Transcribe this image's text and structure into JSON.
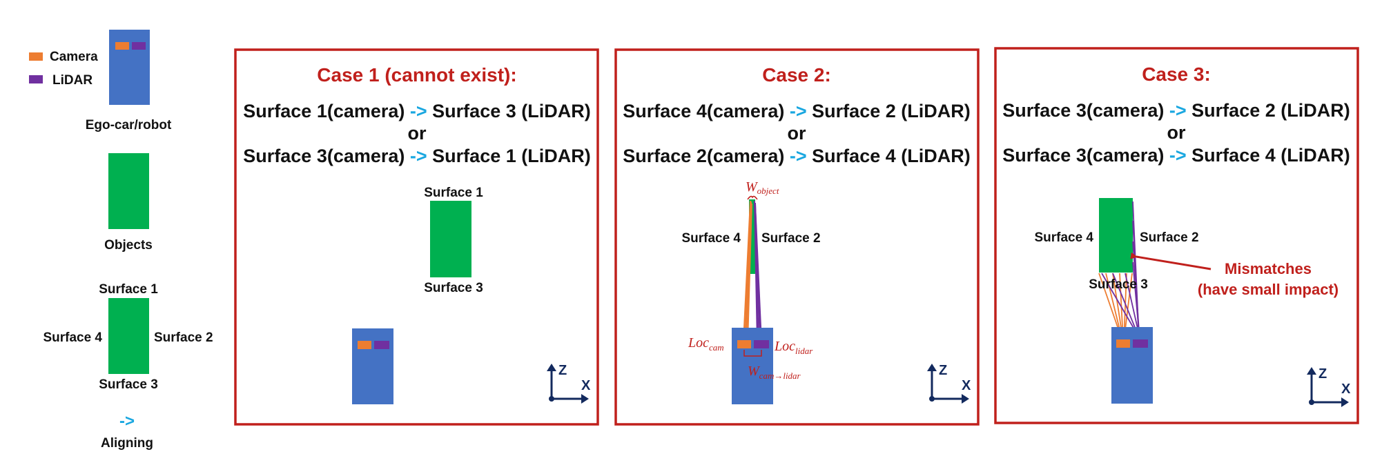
{
  "colors": {
    "camera": "#ed7d31",
    "lidar": "#7030a0",
    "ego": "#4472c4",
    "object": "#00b050",
    "frame": "#c0201c",
    "align_arrow": "#1aa7e0",
    "axis": "#132a5e"
  },
  "legend": {
    "camera_label": "Camera",
    "lidar_label": "LiDAR",
    "ego_label": "Ego-car/robot",
    "objects_label": "Objects",
    "surface1": "Surface 1",
    "surface2": "Surface 2",
    "surface3": "Surface 3",
    "surface4": "Surface 4",
    "align_arrow": "->",
    "aligning_label": "Aligning"
  },
  "axes": {
    "z": "Z",
    "x": "X"
  },
  "case1": {
    "title": "Case 1 (cannot exist):",
    "line1_a": "Surface 1(camera) ",
    "line1_arrow": "->",
    "line1_b": " Surface 3 (LiDAR)",
    "or": "or",
    "line2_a": "Surface 3(camera) ",
    "line2_arrow": "->",
    "line2_b": " Surface 1 (LiDAR)",
    "surface_top": "Surface 1",
    "surface_bottom": "Surface 3"
  },
  "case2": {
    "title": "Case 2:",
    "line1_a": "Surface 4(camera) ",
    "line1_arrow": "->",
    "line1_b": " Surface 2 (LiDAR)",
    "or": "or",
    "line2_a": "Surface 2(camera) ",
    "line2_arrow": "->",
    "line2_b": " Surface 4 (LiDAR)",
    "surface_left": "Surface 4",
    "surface_right": "Surface 2",
    "w_object_main": "W",
    "w_object_sub": "object",
    "loc_cam_main": "Loc",
    "loc_cam_sub": "cam",
    "loc_lidar_main": "Loc",
    "loc_lidar_sub": "lidar",
    "w_cam_main": "W",
    "w_cam_sub": "cam→lidar"
  },
  "case3": {
    "title": "Case 3:",
    "line1_a": "Surface 3(camera) ",
    "line1_arrow": "->",
    "line1_b": " Surface 2 (LiDAR)",
    "or": "or",
    "line2_a": "Surface 3(camera) ",
    "line2_arrow": "->",
    "line2_b": " Surface 4 (LiDAR)",
    "surface_left": "Surface 4",
    "surface_right": "Surface 2",
    "surface_bottom": "Surface 3",
    "mismatch_line1": "Mismatches",
    "mismatch_line2": "(have small impact)"
  }
}
